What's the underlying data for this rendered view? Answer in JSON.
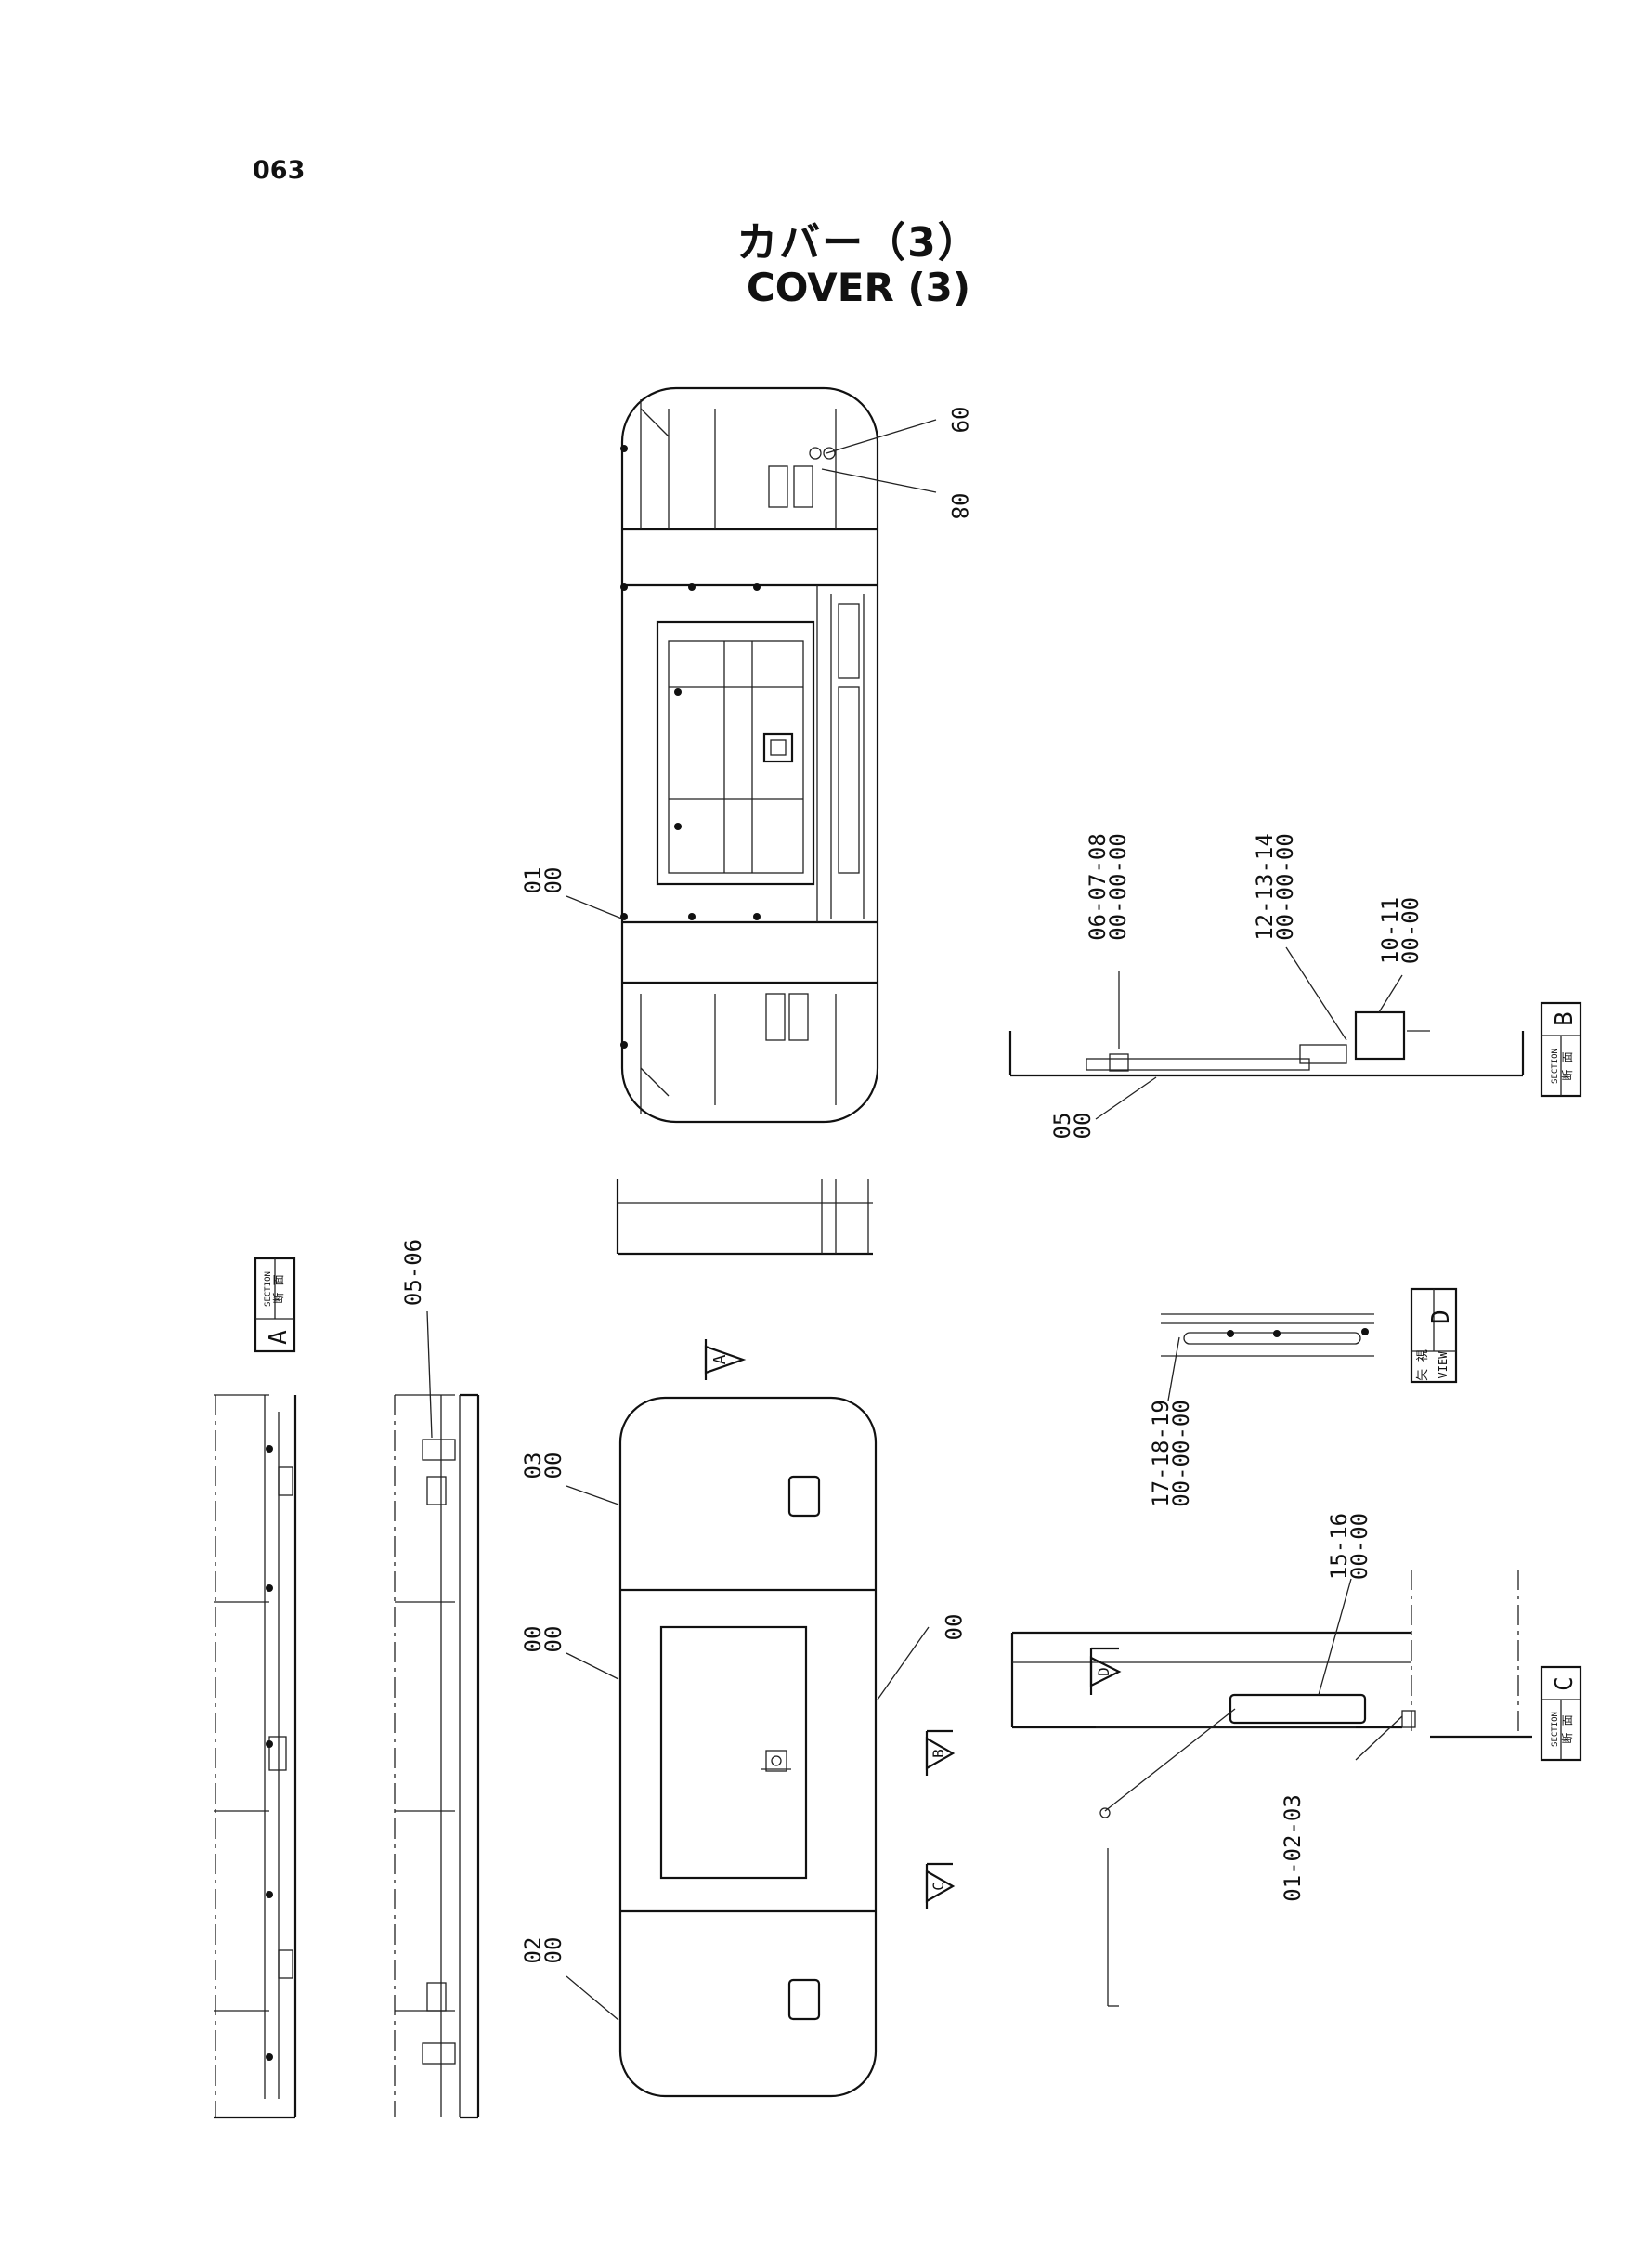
{
  "page_number": "063",
  "title_ja": "カバー（3）",
  "title_en": "COVER (3)",
  "callouts": {
    "c09": "09",
    "c08": "08",
    "c01": "01",
    "c0605": "06-07-08",
    "c121314": "12-13-14",
    "c1011": "10-11",
    "c05": "05",
    "c0506": "05-06",
    "c03": "03",
    "c00a": "00",
    "c00b": "00",
    "c02": "02",
    "c171819": "17-18-19",
    "c1516": "15-16",
    "c010203": "01-02-03",
    "sub00": "00",
    "sub0000": "00-00",
    "sub000000": "00-00-00"
  },
  "views": {
    "a": {
      "ja": "断 面",
      "en": "SECTION",
      "letter": "A"
    },
    "b": {
      "ja": "断 面",
      "en": "SECTION",
      "letter": "B"
    },
    "c": {
      "ja": "断 面",
      "en": "SECTION",
      "letter": "C"
    },
    "d": {
      "ja": "矢 視",
      "en": "VIEW",
      "letter": "D"
    }
  },
  "arrows": {
    "a": "A",
    "b": "B",
    "c": "C",
    "d": "D"
  }
}
